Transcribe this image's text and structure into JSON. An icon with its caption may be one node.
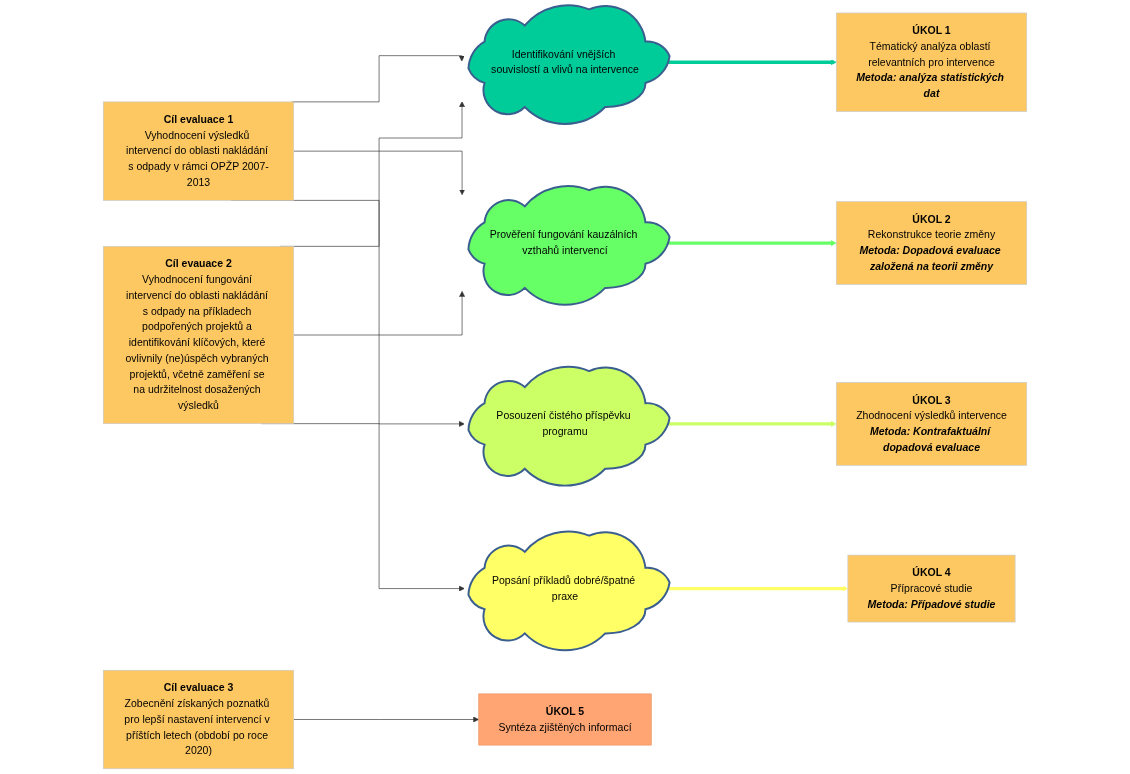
{
  "diagram": {
    "nodes": [
      {
        "text": [
          "Cíl evaluace 1",
          "Vyhodnocení výsledků intervencí do oblasti nakládání s odpady v rámci OPŽP 2007-2013"
        ]
      },
      {
        "text": [
          "Cíl evauace 2",
          "Vyhodnocení fungování intervencí do oblasti nakládání s odpady na příkladech podpořených projektů a identifikování klíčových, které ovlivnily (ne)úspěch vybraných projektů, včetně zaměření se na udržitelnost dosažených výsledků"
        ]
      },
      {
        "text": [
          "Cíl evaluace 3",
          "Zobecnění získaných poznatků pro lepší nastavení intervencí v příštích letech (období po roce 2020)"
        ]
      },
      {
        "text": [
          "Identifikování vnějších souvislostí a vlivů na intervence"
        ]
      },
      {
        "text": [
          "Prověření fungování kauzálních vzthahů intervencí"
        ]
      },
      {
        "text": [
          "Posouzení čistého příspěvku programu"
        ]
      },
      {
        "text": [
          "Popsání příkladů dobré/špatné praxe"
        ]
      },
      {
        "text": [
          "ÚKOL 1",
          "Tématický analýza oblastí relevantních pro intervence",
          "Metoda: analýza statistických dat"
        ]
      },
      {
        "text": [
          "ÚKOL 2",
          "Rekonstrukce teorie změny",
          "Metoda: Dopadová evaluace založená na teorii změny"
        ]
      },
      {
        "text": [
          "ÚKOL 3",
          "Zhodnocení výsledků intervence",
          "Metoda: Kontrafaktuální dopadová evaluace"
        ]
      },
      {
        "text": [
          "ÚKOL 4",
          "Přípracové studie",
          "Metoda: Případové studie"
        ]
      },
      {
        "text": [
          "ÚKOL 5",
          "Syntéza zjištěných informací"
        ]
      }
    ],
    "edges": [
      {
        "from": 0,
        "to": 3,
        "arrow": "to"
      },
      {
        "from": 0,
        "to": 4,
        "arrow": "to"
      },
      {
        "from": 0,
        "to": 5,
        "arrow": "to"
      },
      {
        "from": 1,
        "to": 3,
        "arrow": "to"
      },
      {
        "from": 1,
        "to": 4,
        "arrow": "to"
      },
      {
        "from": 1,
        "to": 6,
        "arrow": "to"
      },
      {
        "from": 3,
        "to": 7,
        "arrow": "to",
        "style": "thick",
        "color": "#00cc99"
      },
      {
        "from": 4,
        "to": 8,
        "arrow": "to",
        "style": "thick",
        "color": "#66ff66"
      },
      {
        "from": 5,
        "to": 9,
        "arrow": "to",
        "style": "thick",
        "color": "#ccff66"
      },
      {
        "from": 6,
        "to": 10,
        "arrow": "to",
        "style": "thick",
        "color": "#ffff66"
      },
      {
        "from": 2,
        "to": 11,
        "arrow": "to"
      }
    ]
  }
}
